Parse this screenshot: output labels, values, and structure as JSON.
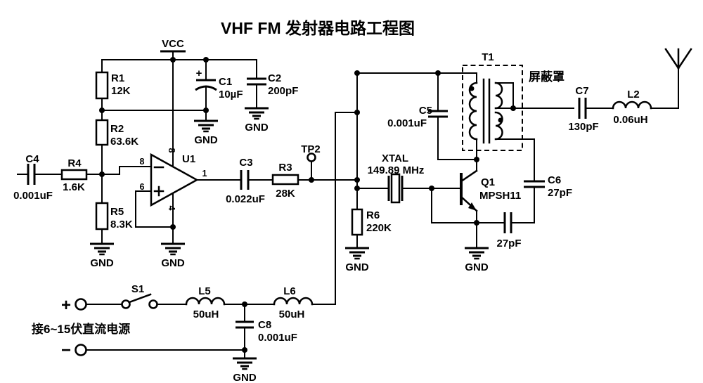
{
  "title": "VHF FM 发射器电路工程图",
  "power": {
    "vcc": "VCC",
    "plus": "+",
    "minus": "−",
    "note": "接6~15伏直流电源"
  },
  "gnd_label": "GND",
  "components": {
    "r1": {
      "ref": "R1",
      "value": "12K"
    },
    "r2": {
      "ref": "R2",
      "value": "63.6K"
    },
    "r3": {
      "ref": "R3",
      "value": "28K"
    },
    "r4": {
      "ref": "R4",
      "value": "1.6K"
    },
    "r5": {
      "ref": "R5",
      "value": "8.3K"
    },
    "r6": {
      "ref": "R6",
      "value": "220K"
    },
    "c1": {
      "ref": "C1",
      "value": "10µF",
      "polarity": "+"
    },
    "c2": {
      "ref": "C2",
      "value": "200pF"
    },
    "c3": {
      "ref": "C3",
      "value": "0.022uF"
    },
    "c4": {
      "ref": "C4",
      "value": "0.001uF"
    },
    "c5": {
      "ref": "C5",
      "value": "0.001uF"
    },
    "c6": {
      "ref": "C6",
      "value": "27pF"
    },
    "c7": {
      "ref": "C7",
      "value": "130pF"
    },
    "c8": {
      "ref": "C8",
      "value": "0.001uF"
    },
    "c9": {
      "value": "27pF"
    },
    "l2": {
      "ref": "L2",
      "value": "0.06uH"
    },
    "l5": {
      "ref": "L5",
      "value": "50uH"
    },
    "l6": {
      "ref": "L6",
      "value": "50uH"
    },
    "u1": {
      "ref": "U1",
      "pin_power": "8",
      "pin_inverting": "8",
      "pin_noninverting": "6",
      "pin_output": "1",
      "pin_ground": "4"
    },
    "q1": {
      "ref": "Q1",
      "value": "MPSH11"
    },
    "t1": {
      "ref": "T1",
      "shield": "屏蔽罩"
    },
    "xtal": {
      "ref": "XTAL",
      "value": "149.89 MHz"
    },
    "s1": {
      "ref": "S1"
    },
    "tp2": {
      "ref": "TP2"
    }
  }
}
